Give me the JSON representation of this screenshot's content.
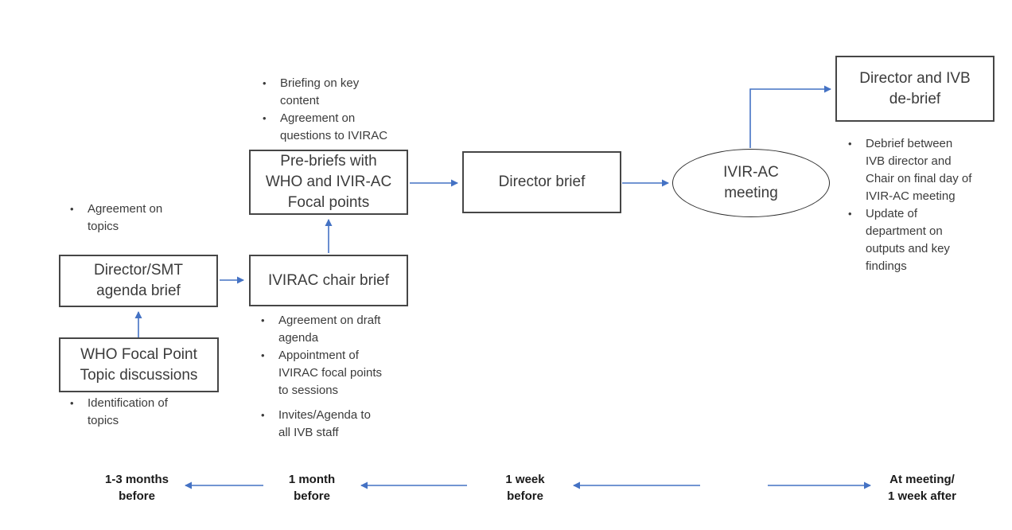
{
  "colors": {
    "arrow_blue": "#4472c4",
    "box_border": "#464646",
    "ellipse_border": "#2f2f2f",
    "body_text": "#3b3b3b",
    "timeline_text": "#1a1a1a",
    "background": "#ffffff"
  },
  "bullet_char": "•",
  "nodes": {
    "who_focal_point": {
      "label": "WHO Focal Point\nTopic discussions"
    },
    "director_smt": {
      "label": "Director/SMT\nagenda brief"
    },
    "ivirac_chair": {
      "label": "IVIRAC chair brief"
    },
    "pre_briefs": {
      "label": "Pre-briefs with\nWHO and IVIR-AC\nFocal points"
    },
    "director_brief": {
      "label": "Director brief"
    },
    "ivirac_meeting": {
      "label": "IVIR-AC\nmeeting"
    },
    "director_ivb_debrief": {
      "label": "Director and IVB\nde-brief"
    }
  },
  "notes": {
    "agenda_outputs": {
      "items": [
        "Agreement on\ntopics"
      ]
    },
    "topic_inputs": {
      "items": [
        "Identification of\ntopics"
      ]
    },
    "pre_brief_outputs": {
      "items": [
        "Briefing on key\ncontent",
        "Agreement on\nquestions to IVIRAC"
      ]
    },
    "chair_brief_outputs": {
      "items": [
        "Agreement on draft\nagenda",
        "Appointment of\nIVIRAC focal points\nto sessions",
        "Invites/Agenda to\nall IVB staff"
      ]
    },
    "debrief_outputs": {
      "items": [
        "Debrief between\nIVB director and\nChair on final day of\nIVIR-AC meeting",
        "Update of\ndepartment on\noutputs and key\nfindings"
      ]
    }
  },
  "timeline": {
    "labels": [
      "1-3 months\nbefore",
      "1 month\nbefore",
      "1 week\nbefore",
      "At meeting/\n1 week after"
    ]
  }
}
